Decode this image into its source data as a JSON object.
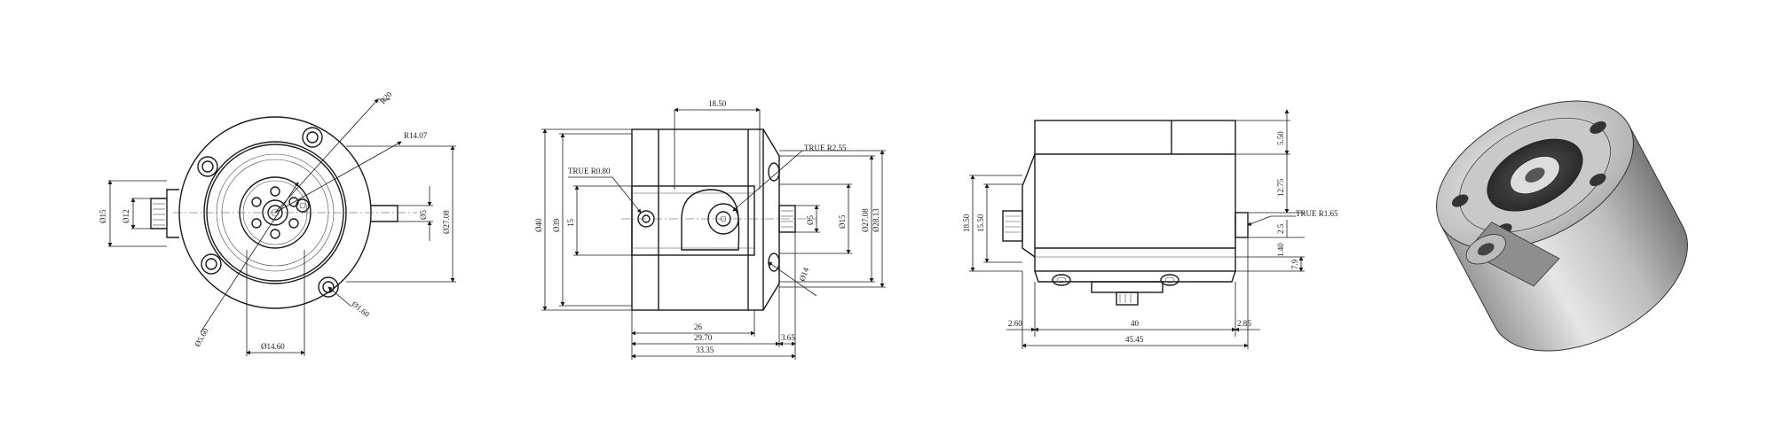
{
  "front_view": {
    "d15": "Ø15",
    "d12": "Ø12",
    "r20": "R20",
    "r14_07": "R14.07",
    "d5": "Ø5",
    "d27_08": "Ø27.08",
    "d5_60": "Ø5.60",
    "d1_60": "Ø1.60",
    "d14_60": "Ø14.60"
  },
  "side_view": {
    "w18_50": "18.50",
    "true_r0_80": "TRUE R0.80",
    "true_r2_55": "TRUE R2.55",
    "h40": "Ø40",
    "h39": "Ø39",
    "h15": "15",
    "d5": "Ø5",
    "d15": "Ø15",
    "d27_08": "Ø27.08",
    "d28_13": "Ø28.13",
    "ang": "Ø14",
    "w26": "26",
    "w29_70": "29.70",
    "w3_65": "3.65",
    "w33_35": "33.35"
  },
  "top_view": {
    "h18_50": "18.50",
    "h15_50": "15.50",
    "v5_50": "5.50",
    "v12_75": "12.75",
    "true_r1_65": "TRUE R1.65",
    "v2_5": "2.5",
    "v1_40": "1.40",
    "v7_9": "7.9",
    "w2_60": "2.60",
    "w40": "40",
    "w2_85": "2.85",
    "w45_45": "45.45"
  },
  "iso_view": {}
}
